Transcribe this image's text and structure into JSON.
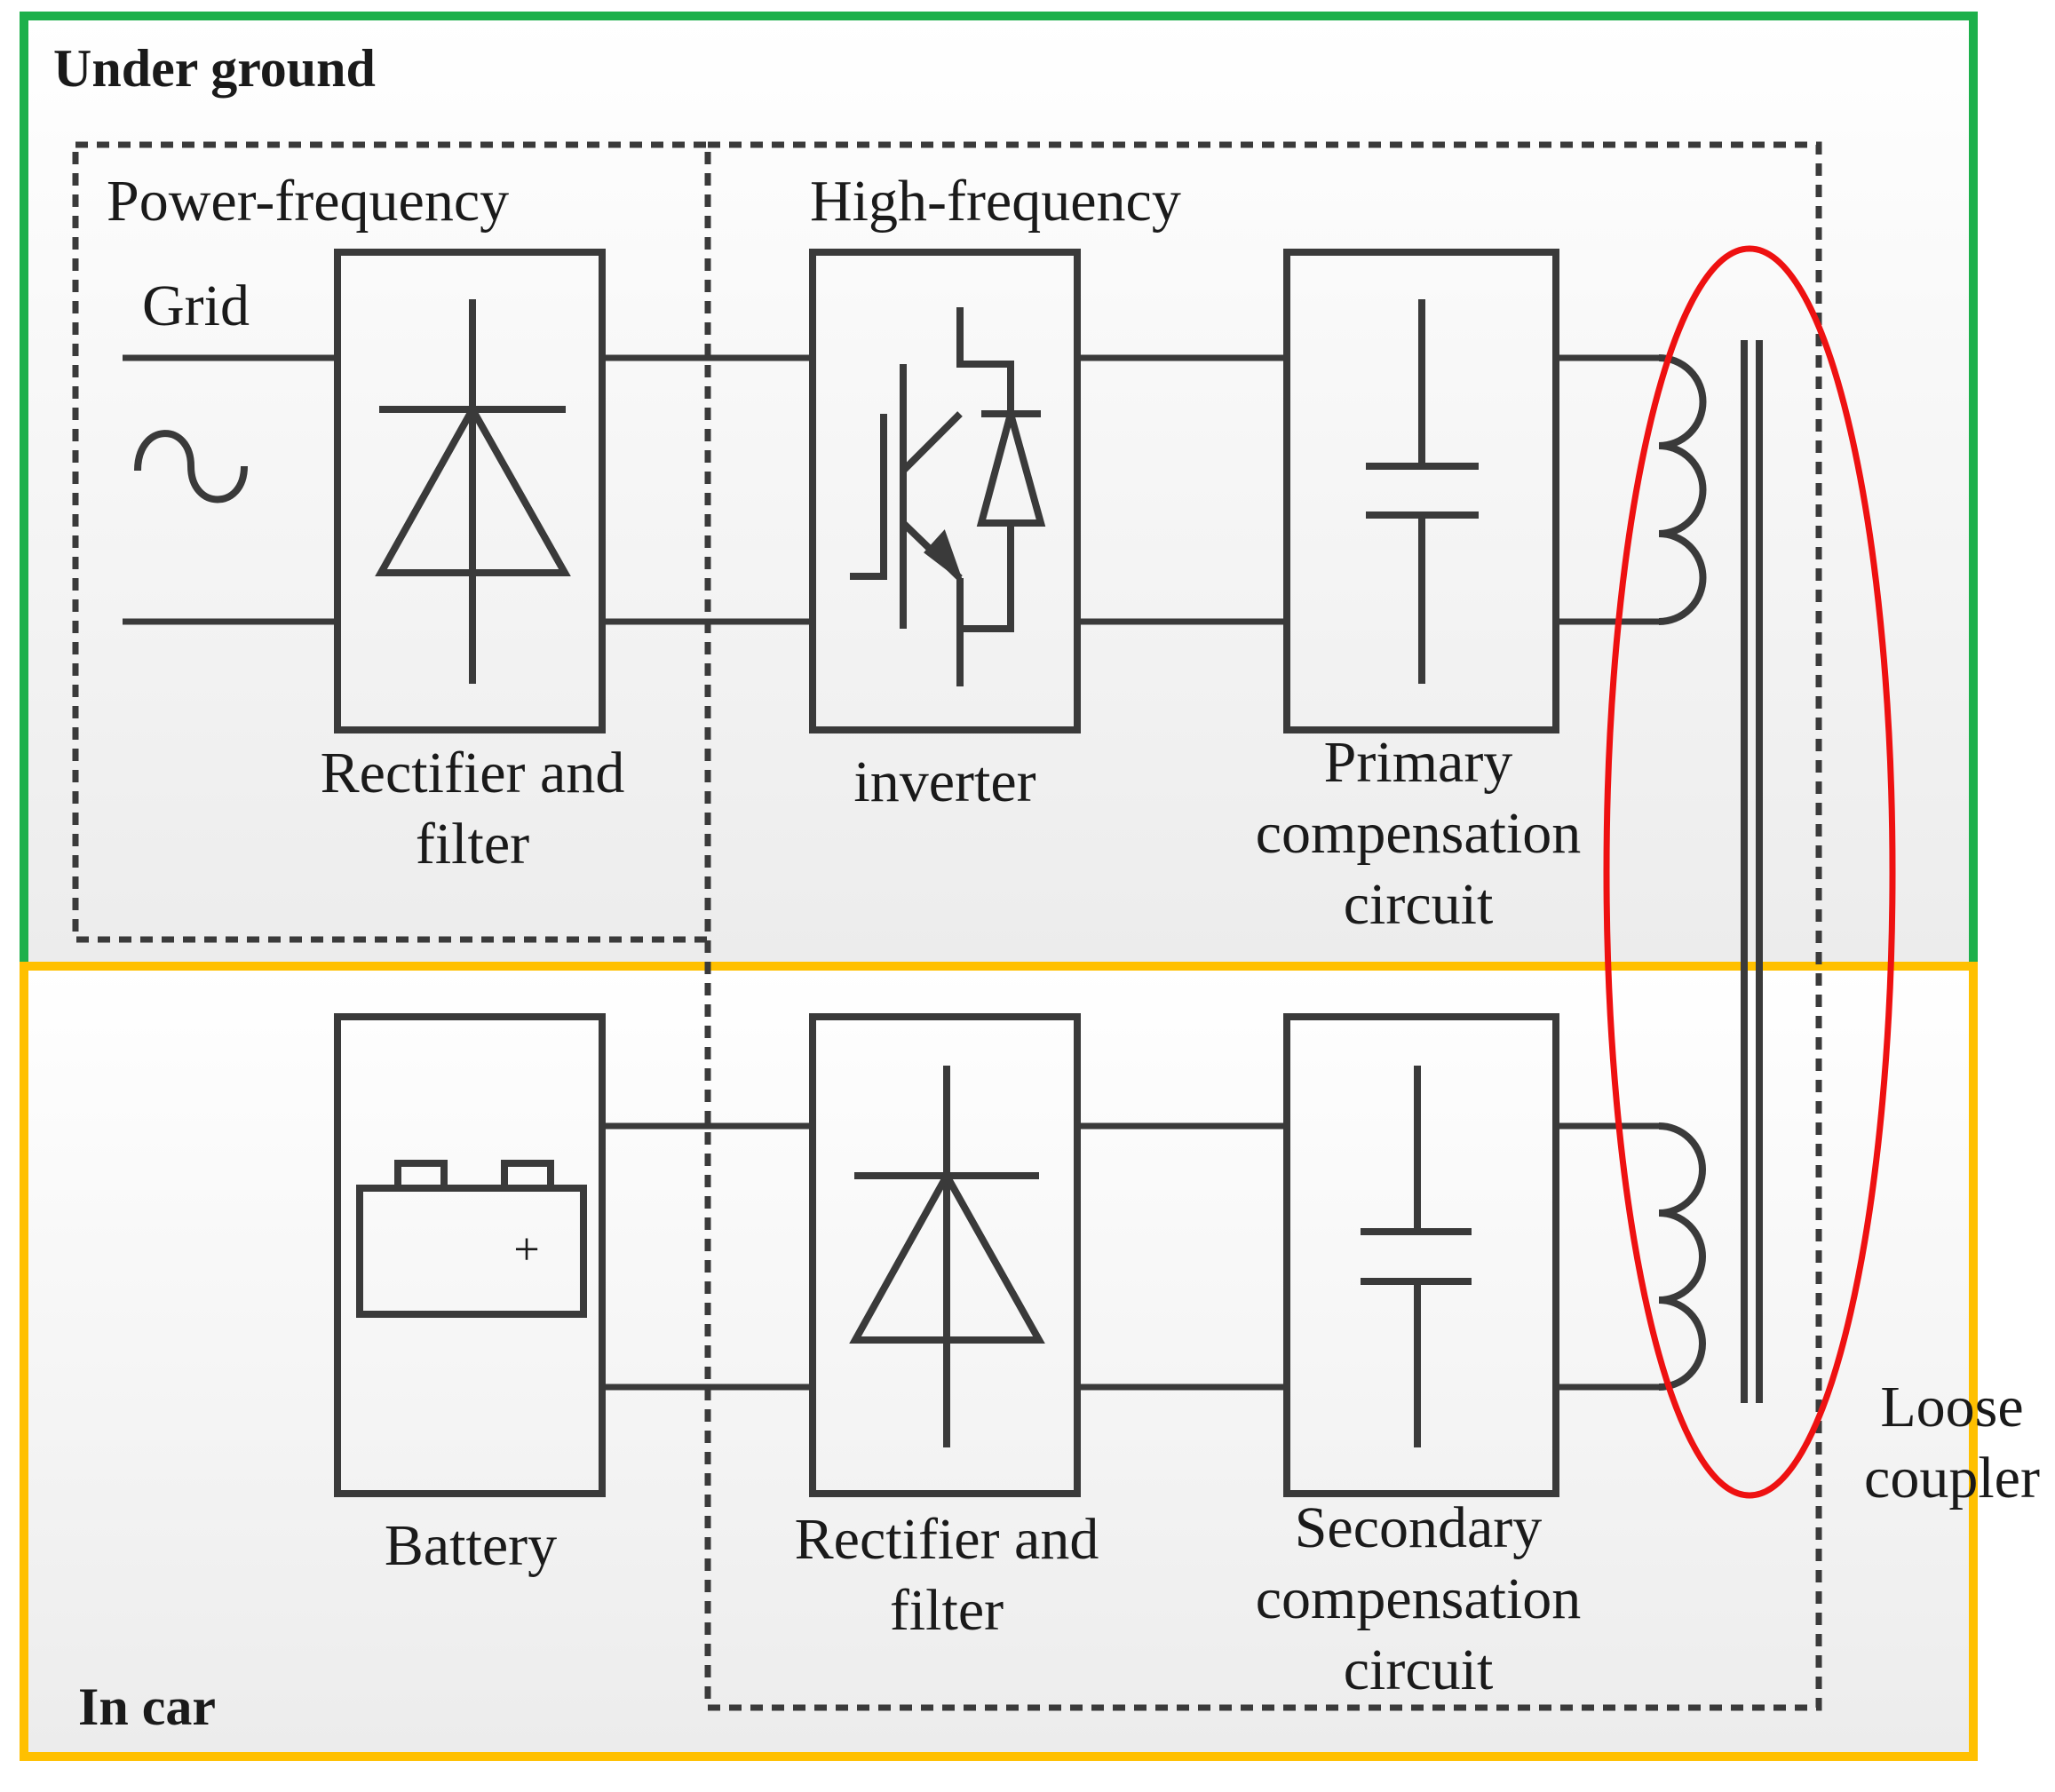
{
  "regions": {
    "under_ground": "Under ground",
    "in_car": "In car",
    "power_frequency": "Power-frequency",
    "high_frequency": "High-frequency"
  },
  "primary": {
    "grid": "Grid",
    "rectifier_line1": "Rectifier and",
    "rectifier_line2": "filter",
    "inverter": "inverter",
    "comp_line1": "Primary",
    "comp_line2": "compensation",
    "comp_line3": "circuit"
  },
  "secondary": {
    "battery": "Battery",
    "battery_plus": "+",
    "rectifier_line1": "Rectifier and",
    "rectifier_line2": "filter",
    "comp_line1": "Secondary",
    "comp_line2": "compensation",
    "comp_line3": "circuit"
  },
  "coupler": {
    "line1": "Loose",
    "line2": "coupler"
  },
  "colors": {
    "under_ground_border": "#1db04b",
    "in_car_border": "#ffc000",
    "coupler_highlight": "#ee1111",
    "line": "#3a3a3a"
  }
}
